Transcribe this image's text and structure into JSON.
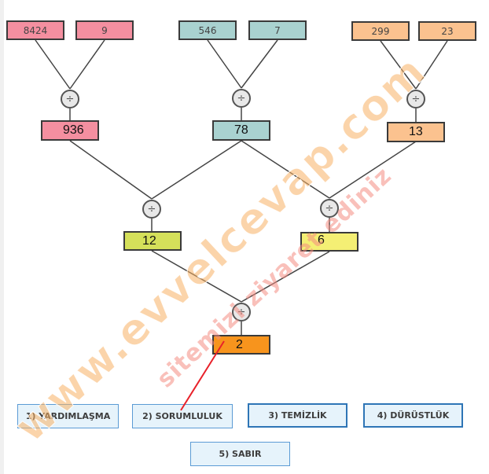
{
  "diagram": {
    "operator_symbol": "÷",
    "inputs": [
      {
        "value": "8424",
        "group": "pink"
      },
      {
        "value": "9",
        "group": "pink"
      },
      {
        "value": "546",
        "group": "teal"
      },
      {
        "value": "7",
        "group": "teal"
      },
      {
        "value": "299",
        "group": "peach"
      },
      {
        "value": "23",
        "group": "peach"
      }
    ],
    "level1_results": [
      {
        "value": "936",
        "color": "#f48fa0"
      },
      {
        "value": "78",
        "color": "#a9d2d0"
      },
      {
        "value": "13",
        "color": "#fbc28f"
      }
    ],
    "level2_results": [
      {
        "value": "12",
        "color": "#d5e05a"
      },
      {
        "value": "6",
        "color": "#f4ef74"
      }
    ],
    "final_result": {
      "value": "2",
      "color": "#f7941d"
    },
    "answer_pointer_color": "#e8212a"
  },
  "answers": [
    {
      "label": "1) YARDIMLAŞMA"
    },
    {
      "label": "2) SORUMLULUK",
      "selected": true
    },
    {
      "label": "3) TEMİZLİK"
    },
    {
      "label": "4) DÜRÜSTLÜK"
    },
    {
      "label": "5) SABIR"
    }
  ],
  "watermark": {
    "primary": "www.evvelcevap.com",
    "secondary": "sitemizi ziyaret ediniz"
  }
}
